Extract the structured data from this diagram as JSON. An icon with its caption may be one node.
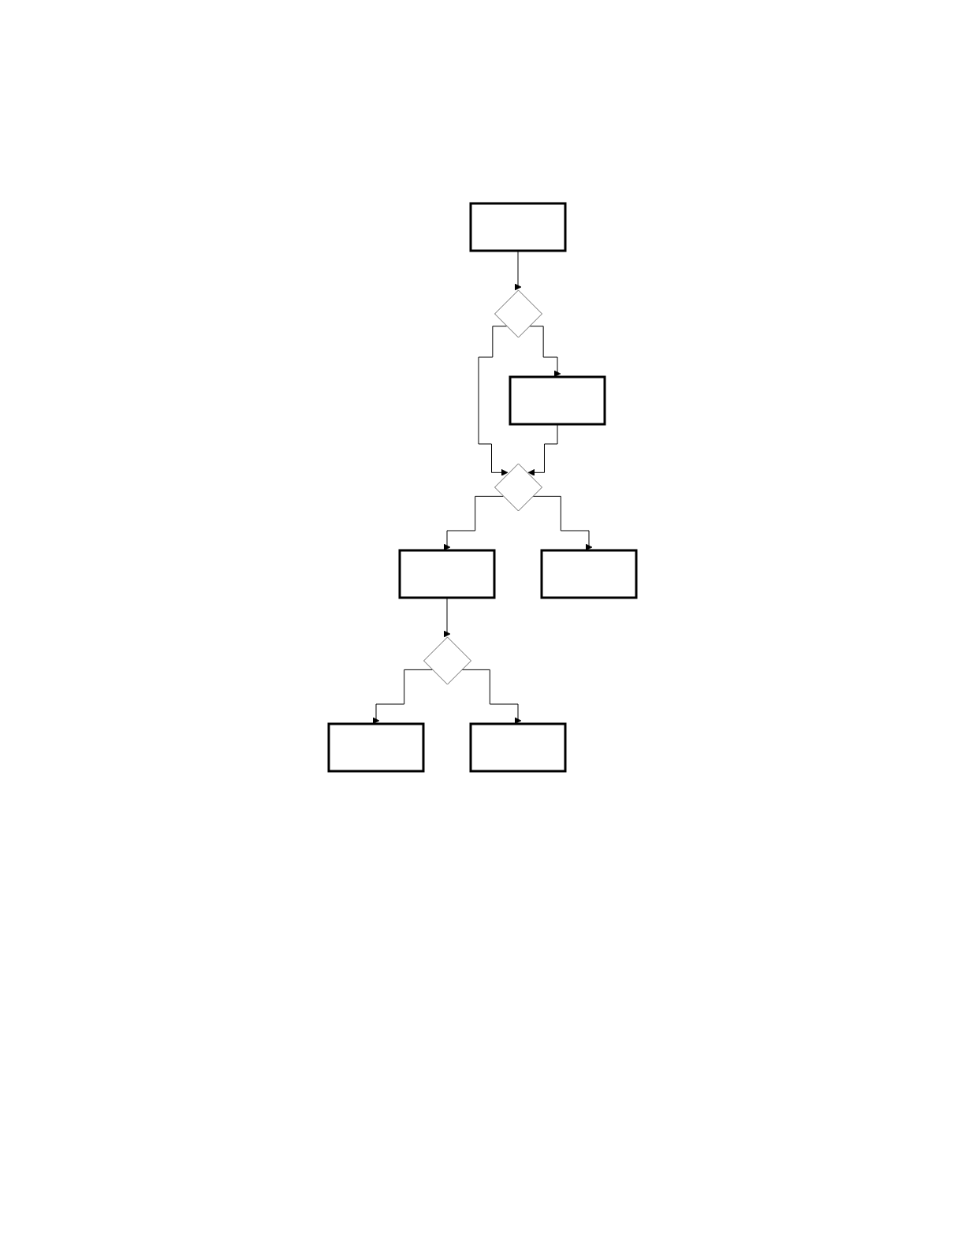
{
  "diagram": {
    "nodes": [
      {
        "text": [],
        "shape": "box"
      },
      {
        "text": [],
        "shape": "diamond"
      },
      {
        "text": [],
        "shape": "box"
      },
      {
        "text": [],
        "shape": "diamond"
      },
      {
        "text": [],
        "shape": "box"
      },
      {
        "text": [],
        "shape": "box"
      },
      {
        "text": [],
        "shape": "diamond"
      },
      {
        "text": [],
        "shape": "box"
      },
      {
        "text": [],
        "shape": "box"
      }
    ],
    "edges": [
      {
        "from": 0,
        "to": 1,
        "arrow": "to"
      },
      {
        "from": 1,
        "to": 3,
        "arrow": "to"
      },
      {
        "from": 1,
        "to": 2,
        "arrow": "to"
      },
      {
        "from": 2,
        "to": 3,
        "arrow": "to"
      },
      {
        "from": 3,
        "to": 4,
        "arrow": "to"
      },
      {
        "from": 3,
        "to": 5,
        "arrow": "to"
      },
      {
        "from": 4,
        "to": 6,
        "arrow": "to"
      },
      {
        "from": 6,
        "to": 7,
        "arrow": "to"
      },
      {
        "from": 6,
        "to": 8,
        "arrow": "to"
      }
    ]
  }
}
